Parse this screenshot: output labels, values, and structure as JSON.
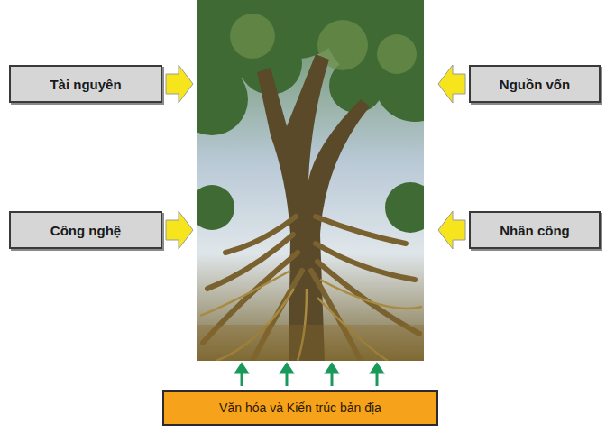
{
  "diagram": {
    "nodes": [
      {
        "text": [
          "Tài nguyên"
        ]
      },
      {
        "text": [
          "Nguồn vốn"
        ]
      },
      {
        "text": [
          "Công nghệ"
        ]
      },
      {
        "text": [
          "Nhân công"
        ]
      },
      {
        "text": [
          "Văn hóa và Kiến trúc bản địa"
        ]
      }
    ]
  }
}
